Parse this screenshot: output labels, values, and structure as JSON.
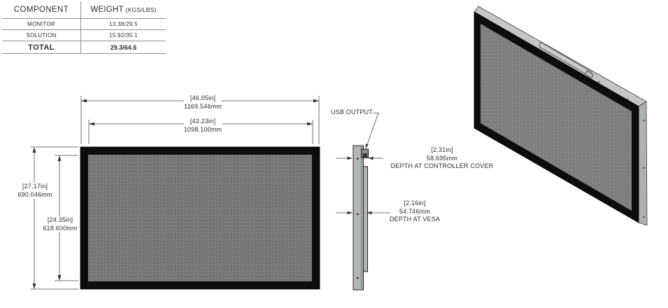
{
  "drawing": {
    "weight_table": {
      "header": {
        "component": "COMPONENT",
        "weight": "WEIGHT",
        "weight_unit": "(KGS/LBS)"
      },
      "rows": [
        {
          "component": "MONITOR",
          "weight": "13.38/29.5"
        },
        {
          "component": "SOLUTION",
          "weight": "15.92/35.1"
        }
      ],
      "total": {
        "component": "TOTAL",
        "weight": "29.3/64.6"
      }
    },
    "front_view": {
      "overall_width": {
        "inches": "[46.05in]",
        "mm": "1169.546mm"
      },
      "screen_width": {
        "inches": "[43.23in]",
        "mm": "1098.100mm"
      },
      "overall_height": {
        "inches": "[27.17in]",
        "mm": "690.046mm"
      },
      "screen_height": {
        "inches": "[24.35in]",
        "mm": "618.600mm"
      }
    },
    "side_view": {
      "usb_label": "USB OUTPUT",
      "depth_controller": {
        "inches": "[2.31in]",
        "mm": "58.695mm",
        "caption": "DEPTH AT CONTROLLER COVER"
      },
      "depth_vesa": {
        "inches": "[2.16in]",
        "mm": "54.746mm",
        "caption": "DEPTH AT VESA"
      }
    },
    "colors": {
      "bezel_black": "#0d0d0d",
      "screen_gray": "#767676",
      "metal_gray": "#c4c7c8",
      "line_gray": "#4a4a4a"
    }
  }
}
